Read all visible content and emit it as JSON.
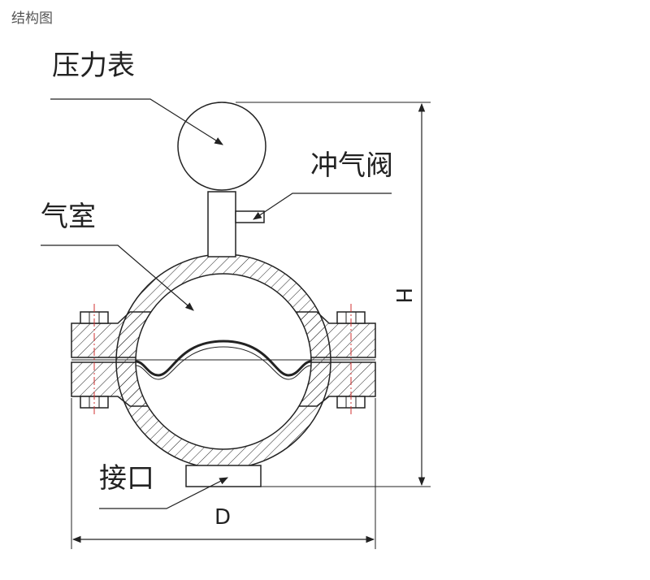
{
  "header": {
    "title": "结构图"
  },
  "labels": {
    "pressure_gauge": "压力表",
    "inflation_valve": "冲气阀",
    "air_chamber": "气室",
    "connector": "接口",
    "dimension_d": "D",
    "dimension_h": "H"
  },
  "colors": {
    "line": "#222222",
    "centerline": "#d03030",
    "background": "#ffffff",
    "title_text": "#555555"
  }
}
